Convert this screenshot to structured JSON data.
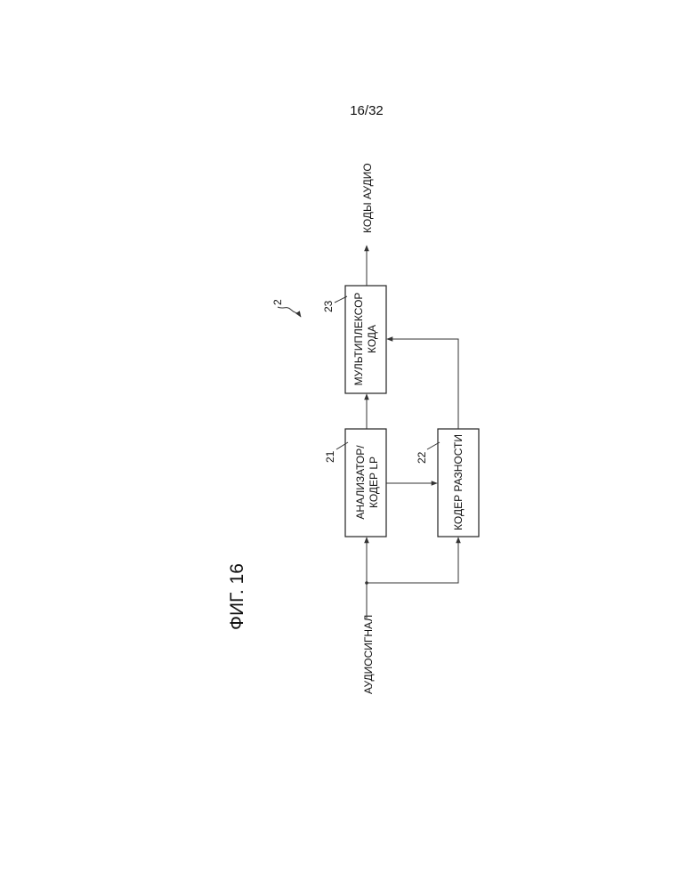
{
  "page_number": "16/32",
  "figure_label": "ФИГ. 16",
  "device_ref": "2",
  "input_label": "АУДИОСИГНАЛ",
  "output_label": "КОДЫ АУДИО",
  "blocks": {
    "analyzer": {
      "ref": "21",
      "line1": "АНАЛИЗАТОР/",
      "line2": "КОДЕР LP"
    },
    "diff_encoder": {
      "ref": "22",
      "line1": "КОДЕР РАЗНОСТИ"
    },
    "multiplexer": {
      "ref": "23",
      "line1": "МУЛЬТИПЛЕКСОР",
      "line2": "КОДА"
    }
  }
}
